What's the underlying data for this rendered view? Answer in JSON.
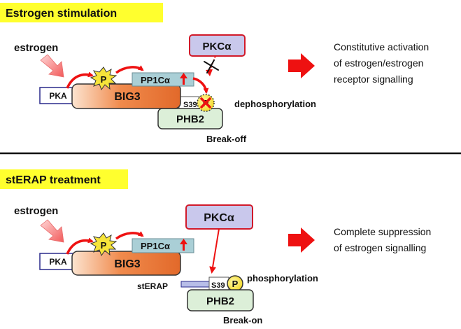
{
  "colors": {
    "header_fill": "#ffff2e",
    "arrow_red": "#ee1111",
    "pkc_fill": "#c9c8ec",
    "pkc_stroke": "#d11a2a",
    "pp1_fill": "#aacfd6",
    "big3_fill": "#f08a4c",
    "phb2_fill": "#dcefd8",
    "pka_stroke": "#2a2a8c",
    "p_yellow": "#f2e21b"
  },
  "panel1": {
    "header": "Estrogen stimulation",
    "estrogen_label": "estrogen",
    "pka": "PKA",
    "p_symbol": "P",
    "pp1": "PP1Cα",
    "big3": "BIG3",
    "pkc": "PKCα",
    "s39": "S39",
    "phb2": "PHB2",
    "dephos_label": "dephosphorylation",
    "break_label": "Break-off",
    "outcome_line1": "Constitutive activation",
    "outcome_line2": "of estrogen/estrogen",
    "outcome_line3": "receptor signalling"
  },
  "panel2": {
    "header": "stERAP treatment",
    "estrogen_label": "estrogen",
    "pka": "PKA",
    "p_symbol": "P",
    "pp1": "PP1Cα",
    "big3": "BIG3",
    "pkc": "PKCα",
    "s39": "S39",
    "phb2": "PHB2",
    "sterap_label": "stERAP",
    "phos_label": "phosphorylation",
    "break_label": "Break-on",
    "outcome_line1": "Complete suppression",
    "outcome_line2": "of estrogen signalling"
  },
  "icons": {
    "stimulus_arrow": "pink-diagonal-arrow-icon",
    "outcome_arrow": "red-right-arrow-icon",
    "p_burst": "starburst-icon",
    "up_arrow": "red-up-arrow-icon",
    "blocked": "cross-mark-icon"
  }
}
